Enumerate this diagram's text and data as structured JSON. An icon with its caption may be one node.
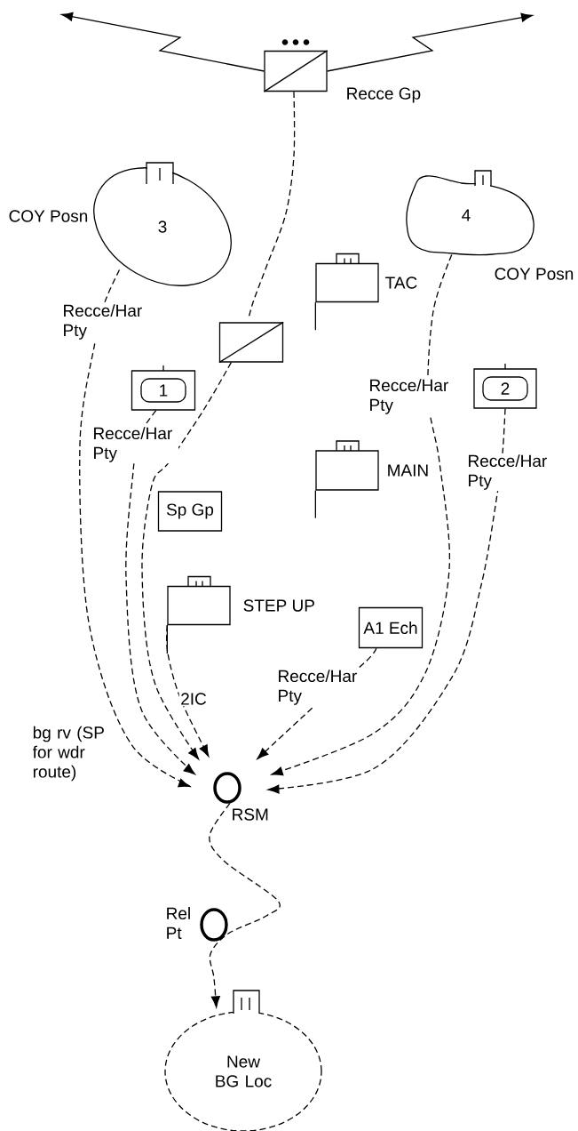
{
  "diagram": {
    "nodes": [
      {
        "text": [],
        "shape": "box",
        "beside": [
          "Recce Gp"
        ]
      },
      {
        "text": [
          "3"
        ],
        "beside": [
          "COY Posn"
        ]
      },
      {
        "text": [
          "4"
        ],
        "beside": [
          "COY Posn"
        ]
      },
      {
        "text": [],
        "shape": "box",
        "beside": [
          "TAC"
        ]
      },
      {
        "text": [],
        "shape": "box"
      },
      {
        "text": [
          "1"
        ]
      },
      {
        "text": [
          "2"
        ]
      },
      {
        "text": [],
        "shape": "box",
        "beside": [
          "MAIN"
        ]
      },
      {
        "text": [
          "Sp Gp"
        ]
      },
      {
        "text": [],
        "shape": "box",
        "beside": [
          "STEP UP"
        ]
      },
      {
        "text": [
          "A1 Ech"
        ]
      },
      {
        "text": [],
        "shape": "circle",
        "beside": [
          "RSM"
        ]
      },
      {
        "text": [],
        "shape": "circle",
        "beside": [
          "Rel Pt"
        ]
      },
      {
        "text": [
          "New BG Loc"
        ]
      }
    ],
    "edges": [
      {
        "from": 0,
        "to": null,
        "arrow": "to"
      },
      {
        "from": 0,
        "to": null,
        "arrow": "to"
      },
      {
        "from": 0,
        "to": 4,
        "arrow": "none",
        "style": "dashed"
      },
      {
        "from": 1,
        "to": 11,
        "arrow": "to",
        "label": "Recce/Har Pty",
        "style": "dashed"
      },
      {
        "from": 5,
        "to": 11,
        "arrow": "to",
        "label": "Recce/Har Pty",
        "style": "dashed"
      },
      {
        "from": 4,
        "to": 11,
        "arrow": "to",
        "style": "dashed"
      },
      {
        "from": 9,
        "to": 11,
        "arrow": "to",
        "label": "2IC",
        "style": "dashed"
      },
      {
        "from": 10,
        "to": 11,
        "arrow": "to",
        "label": "Recce/Har Pty",
        "style": "dashed"
      },
      {
        "from": 2,
        "to": 11,
        "arrow": "to",
        "label": "Recce/Har Pty",
        "style": "dashed"
      },
      {
        "from": 6,
        "to": 11,
        "arrow": "to",
        "label": "Recce/Har Pty",
        "style": "dashed"
      },
      {
        "from": 11,
        "to": 13,
        "arrow": "to",
        "style": "dashed"
      }
    ],
    "labels": [
      "bg rv (SP for wdr route)"
    ]
  }
}
